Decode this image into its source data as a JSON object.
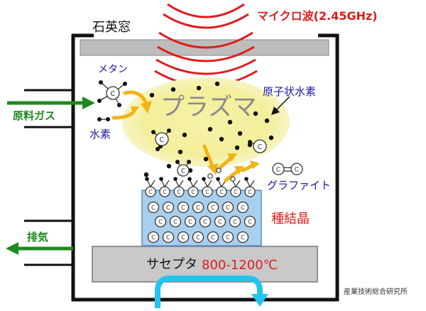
{
  "labels": {
    "window": "石英窓",
    "microwave": "マイクロ波(2.45GHz)",
    "methane": "メタン",
    "source_gas": "原料ガス",
    "hydrogen": "水素",
    "plasma": "プラズマ",
    "atomic_hydrogen": "原子状水素",
    "graphite": "グラファイト",
    "seed_crystal": "種結晶",
    "exhaust": "排気",
    "susceptor": "サセプタ",
    "temperature": "800-1200℃",
    "credit": "産業技術総合研究所"
  },
  "atom_symbol": "C",
  "colors": {
    "microwave": "#e01b1b",
    "plasma_glow": "#f4ef9c",
    "plasma_text": "#8a8a8a",
    "arrow_orange": "#f2b317",
    "gas_arrow": "#1e8a1e",
    "label_blue": "#1a1aa0",
    "label_red": "#e01b1b",
    "crystal_fill": "#a9cfee",
    "crystal_stroke": "#5a8fc8",
    "susceptor_fill": "#c9c9c9",
    "window_fill": "#bdbdbd",
    "cooling": "#22c5ee"
  }
}
